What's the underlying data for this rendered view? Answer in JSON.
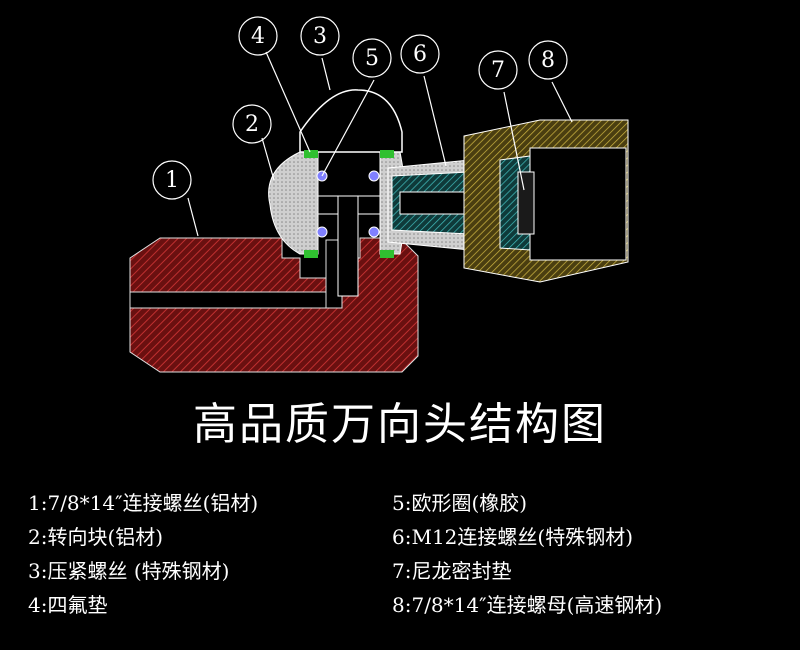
{
  "title": "高品质万向头结构图",
  "callouts": [
    "1",
    "2",
    "3",
    "4",
    "5",
    "6",
    "7",
    "8"
  ],
  "legend": {
    "left": [
      "1:7/8*14″连接螺丝(铝材)",
      "2:转向块(铝材)",
      "3:压紧螺丝 (特殊钢材)",
      "4:四氟垫"
    ],
    "right": [
      "5:欧形圈(橡胶)",
      "6:M12连接螺丝(特殊钢材)",
      "7:尼龙密封垫",
      "8:7/8*14″连接螺母(高速钢材)"
    ]
  },
  "colors": {
    "background": "#000000",
    "part1_hatch": "#a02020",
    "part2_fill": "#d8d8d8",
    "part3_outline": "#ffffff",
    "part4_seal": "#30c030",
    "part5_oring": "#8080ff",
    "part6_hatch": "#40c0c0",
    "part8_hatch": "#c8b040"
  }
}
